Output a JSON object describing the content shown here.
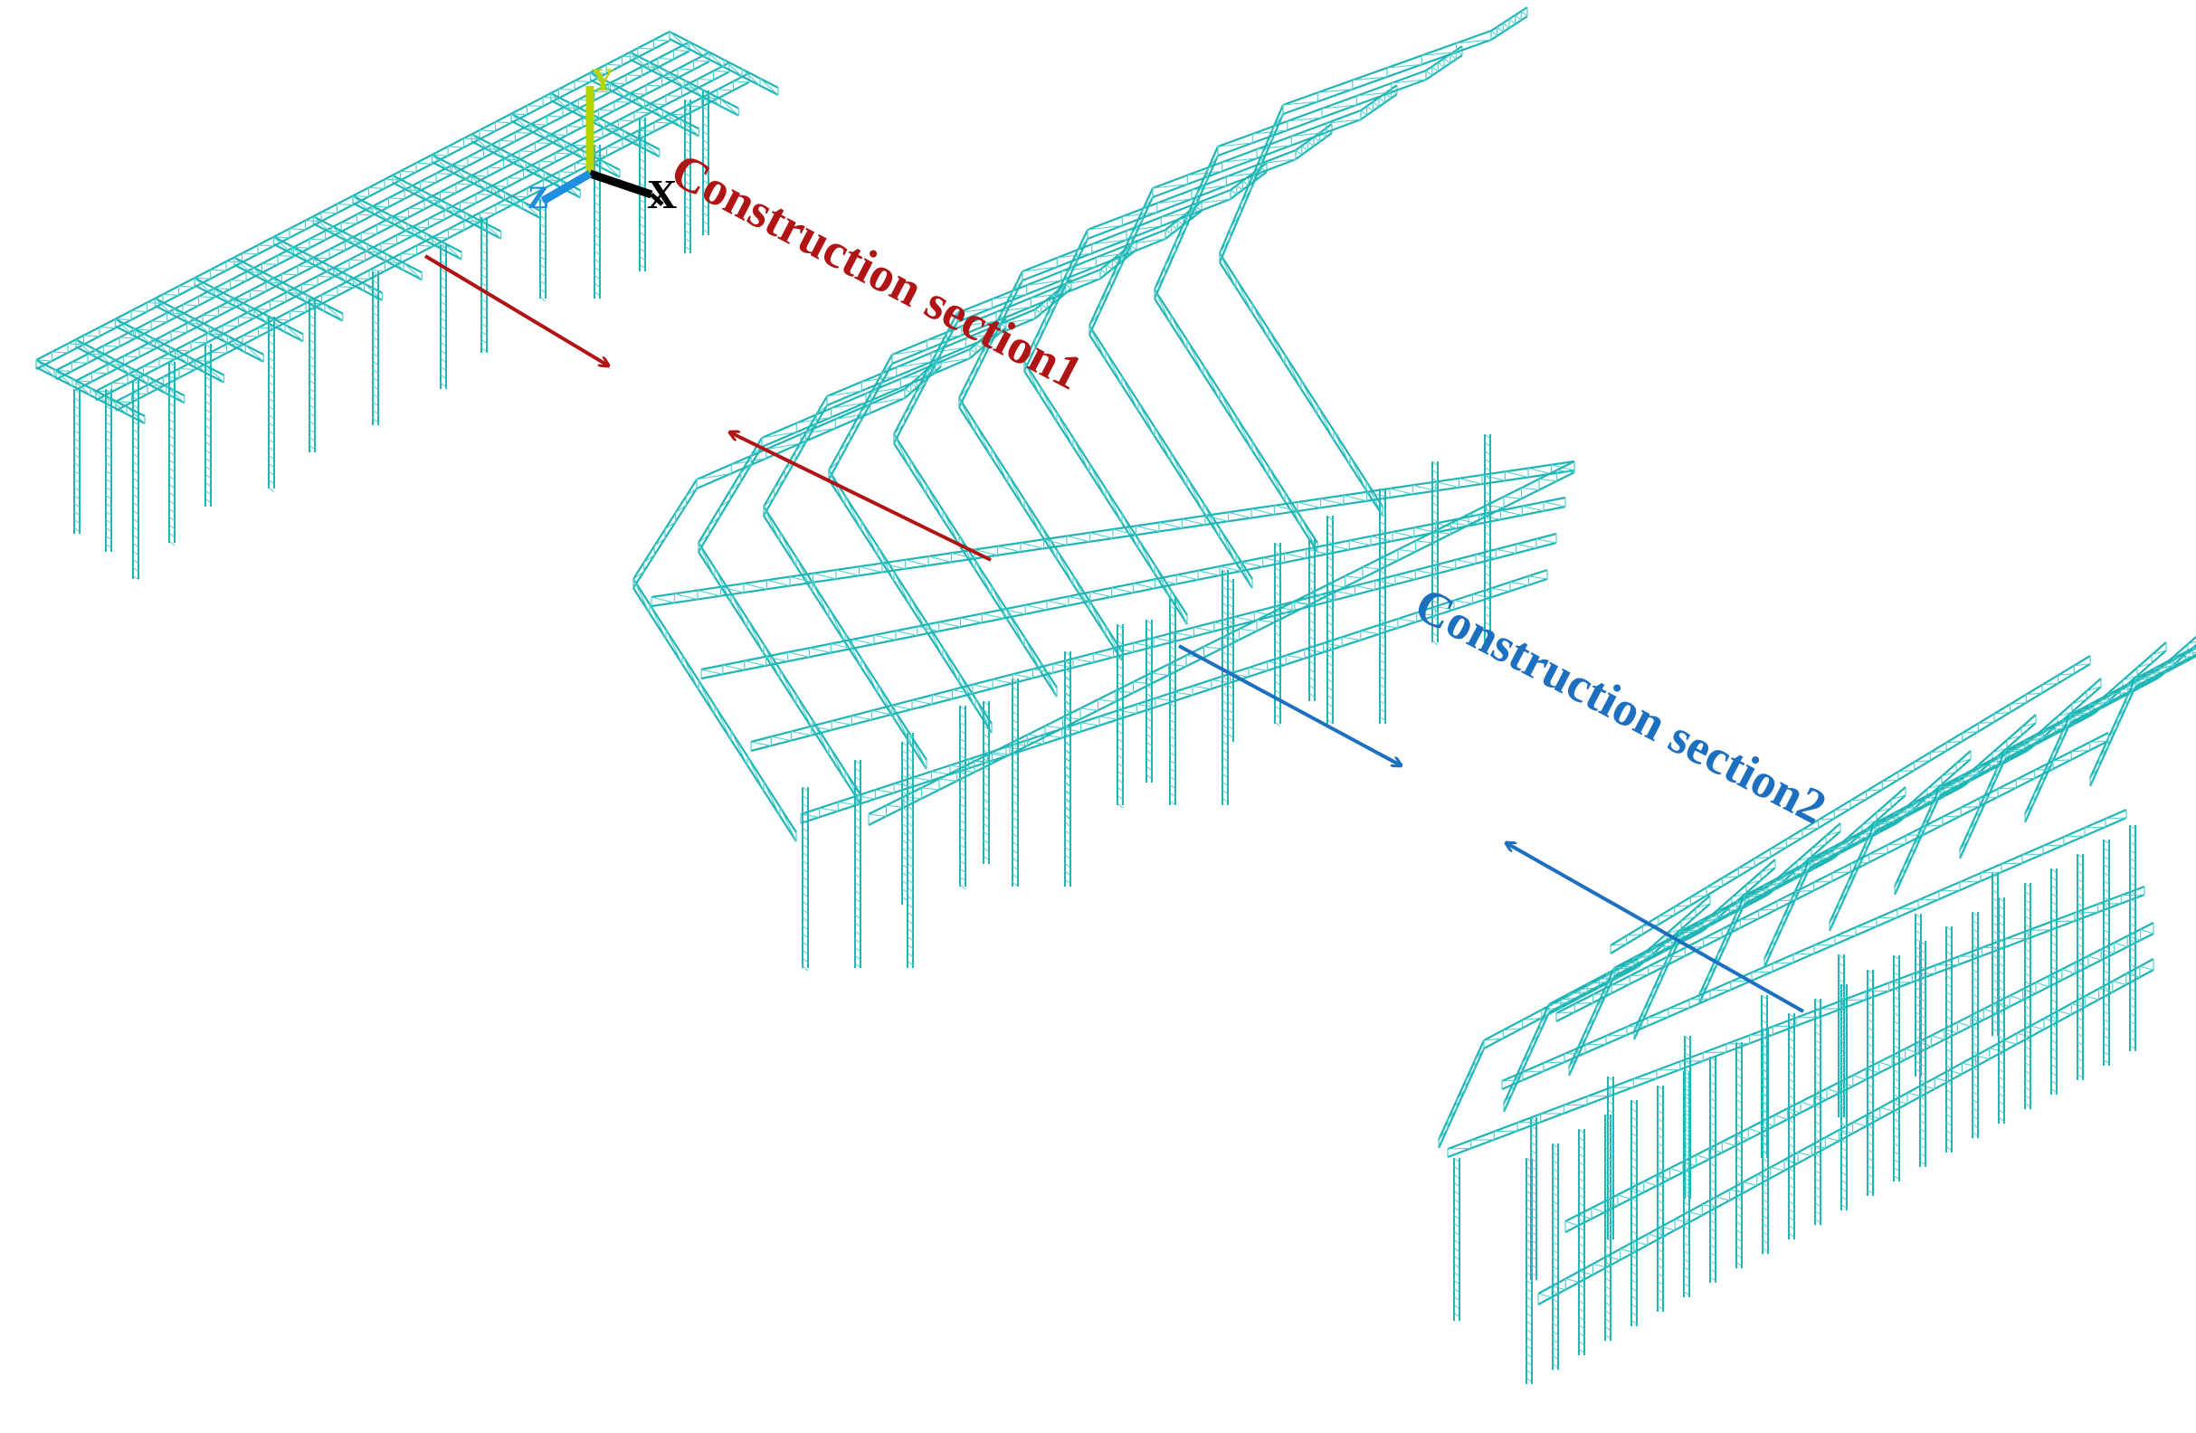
{
  "labels": {
    "section1": "Construction section1",
    "section2": "Construction section2"
  },
  "axes": {
    "x": "X",
    "y": "Y",
    "z": "Z"
  },
  "colors": {
    "background": "#ffffff",
    "frame": "#1fb5b5",
    "frame_light": "#55cfcf",
    "section1": "#b01414",
    "section2": "#1d6fc0",
    "axis_x": "#000000",
    "axis_y": "#b8d400",
    "axis_z": "#1e8fe0"
  },
  "icons": {
    "triad": "coordinate-triad-icon"
  }
}
